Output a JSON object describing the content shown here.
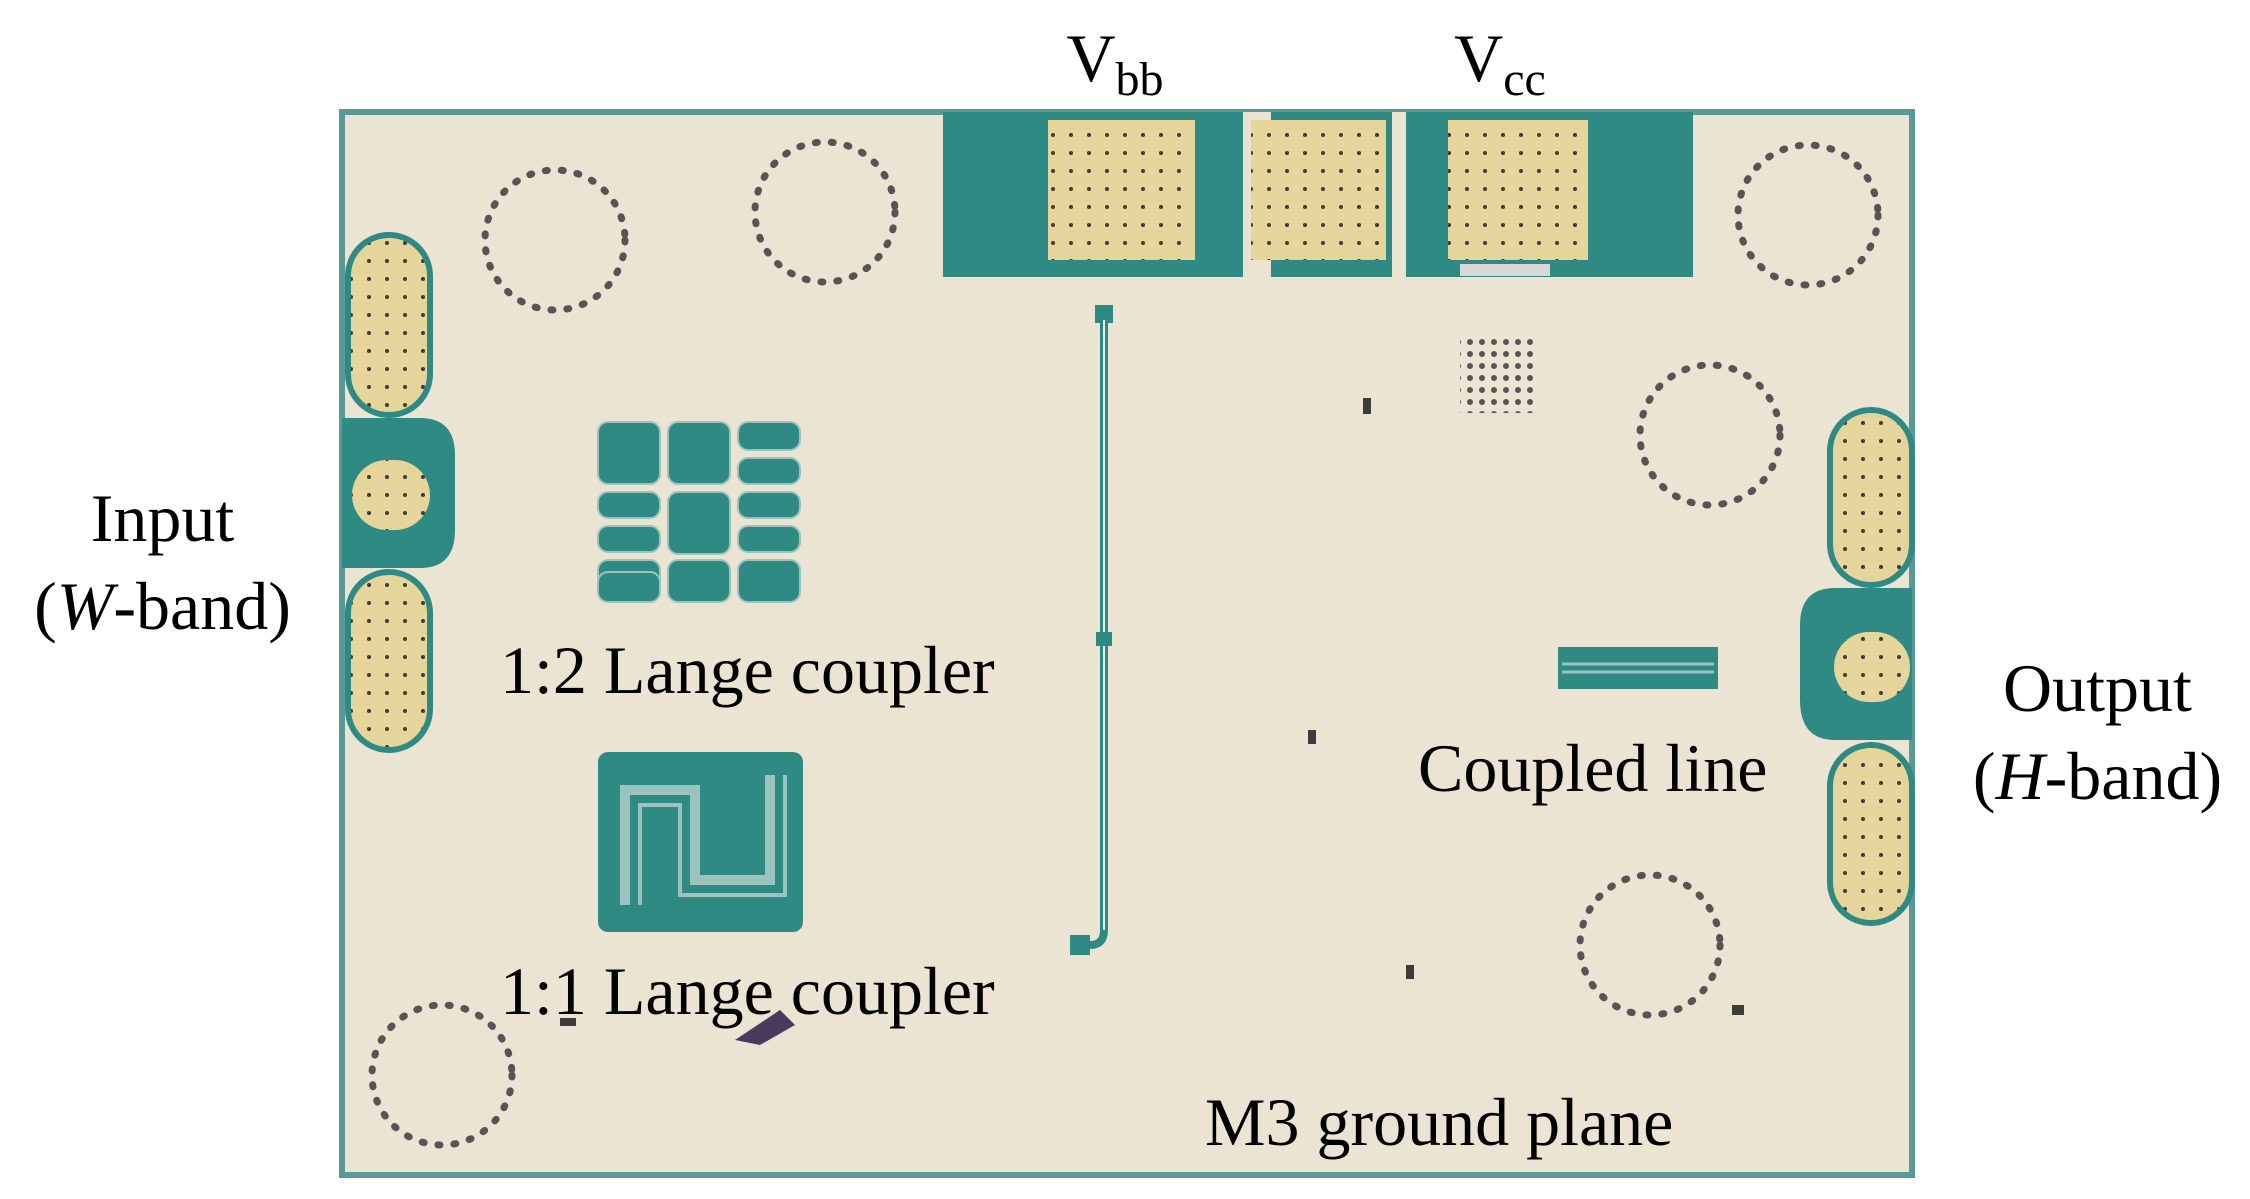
{
  "labels": {
    "vbb": {
      "main": "V",
      "sub": "bb"
    },
    "vcc": {
      "main": "V",
      "sub": "cc"
    },
    "input": {
      "line1": "Input",
      "line2_open": "(",
      "line2_italic": "W",
      "line2_rest": "-band)"
    },
    "output": {
      "line1": "Output",
      "line2_open": "(",
      "line2_italic": "H",
      "line2_rest": "-band)"
    },
    "lange_12": "1:2 Lange coupler",
    "lange_11": "1:1 Lange coupler",
    "coupled_line": "Coupled line",
    "ground_plane": "M3 ground plane"
  },
  "colors": {
    "die": "#ece4d2",
    "die_border": "#5a9a96",
    "teal_metal": "#2f8a84",
    "pad_gold": "#e6d59a",
    "via_dot": "#555555"
  }
}
